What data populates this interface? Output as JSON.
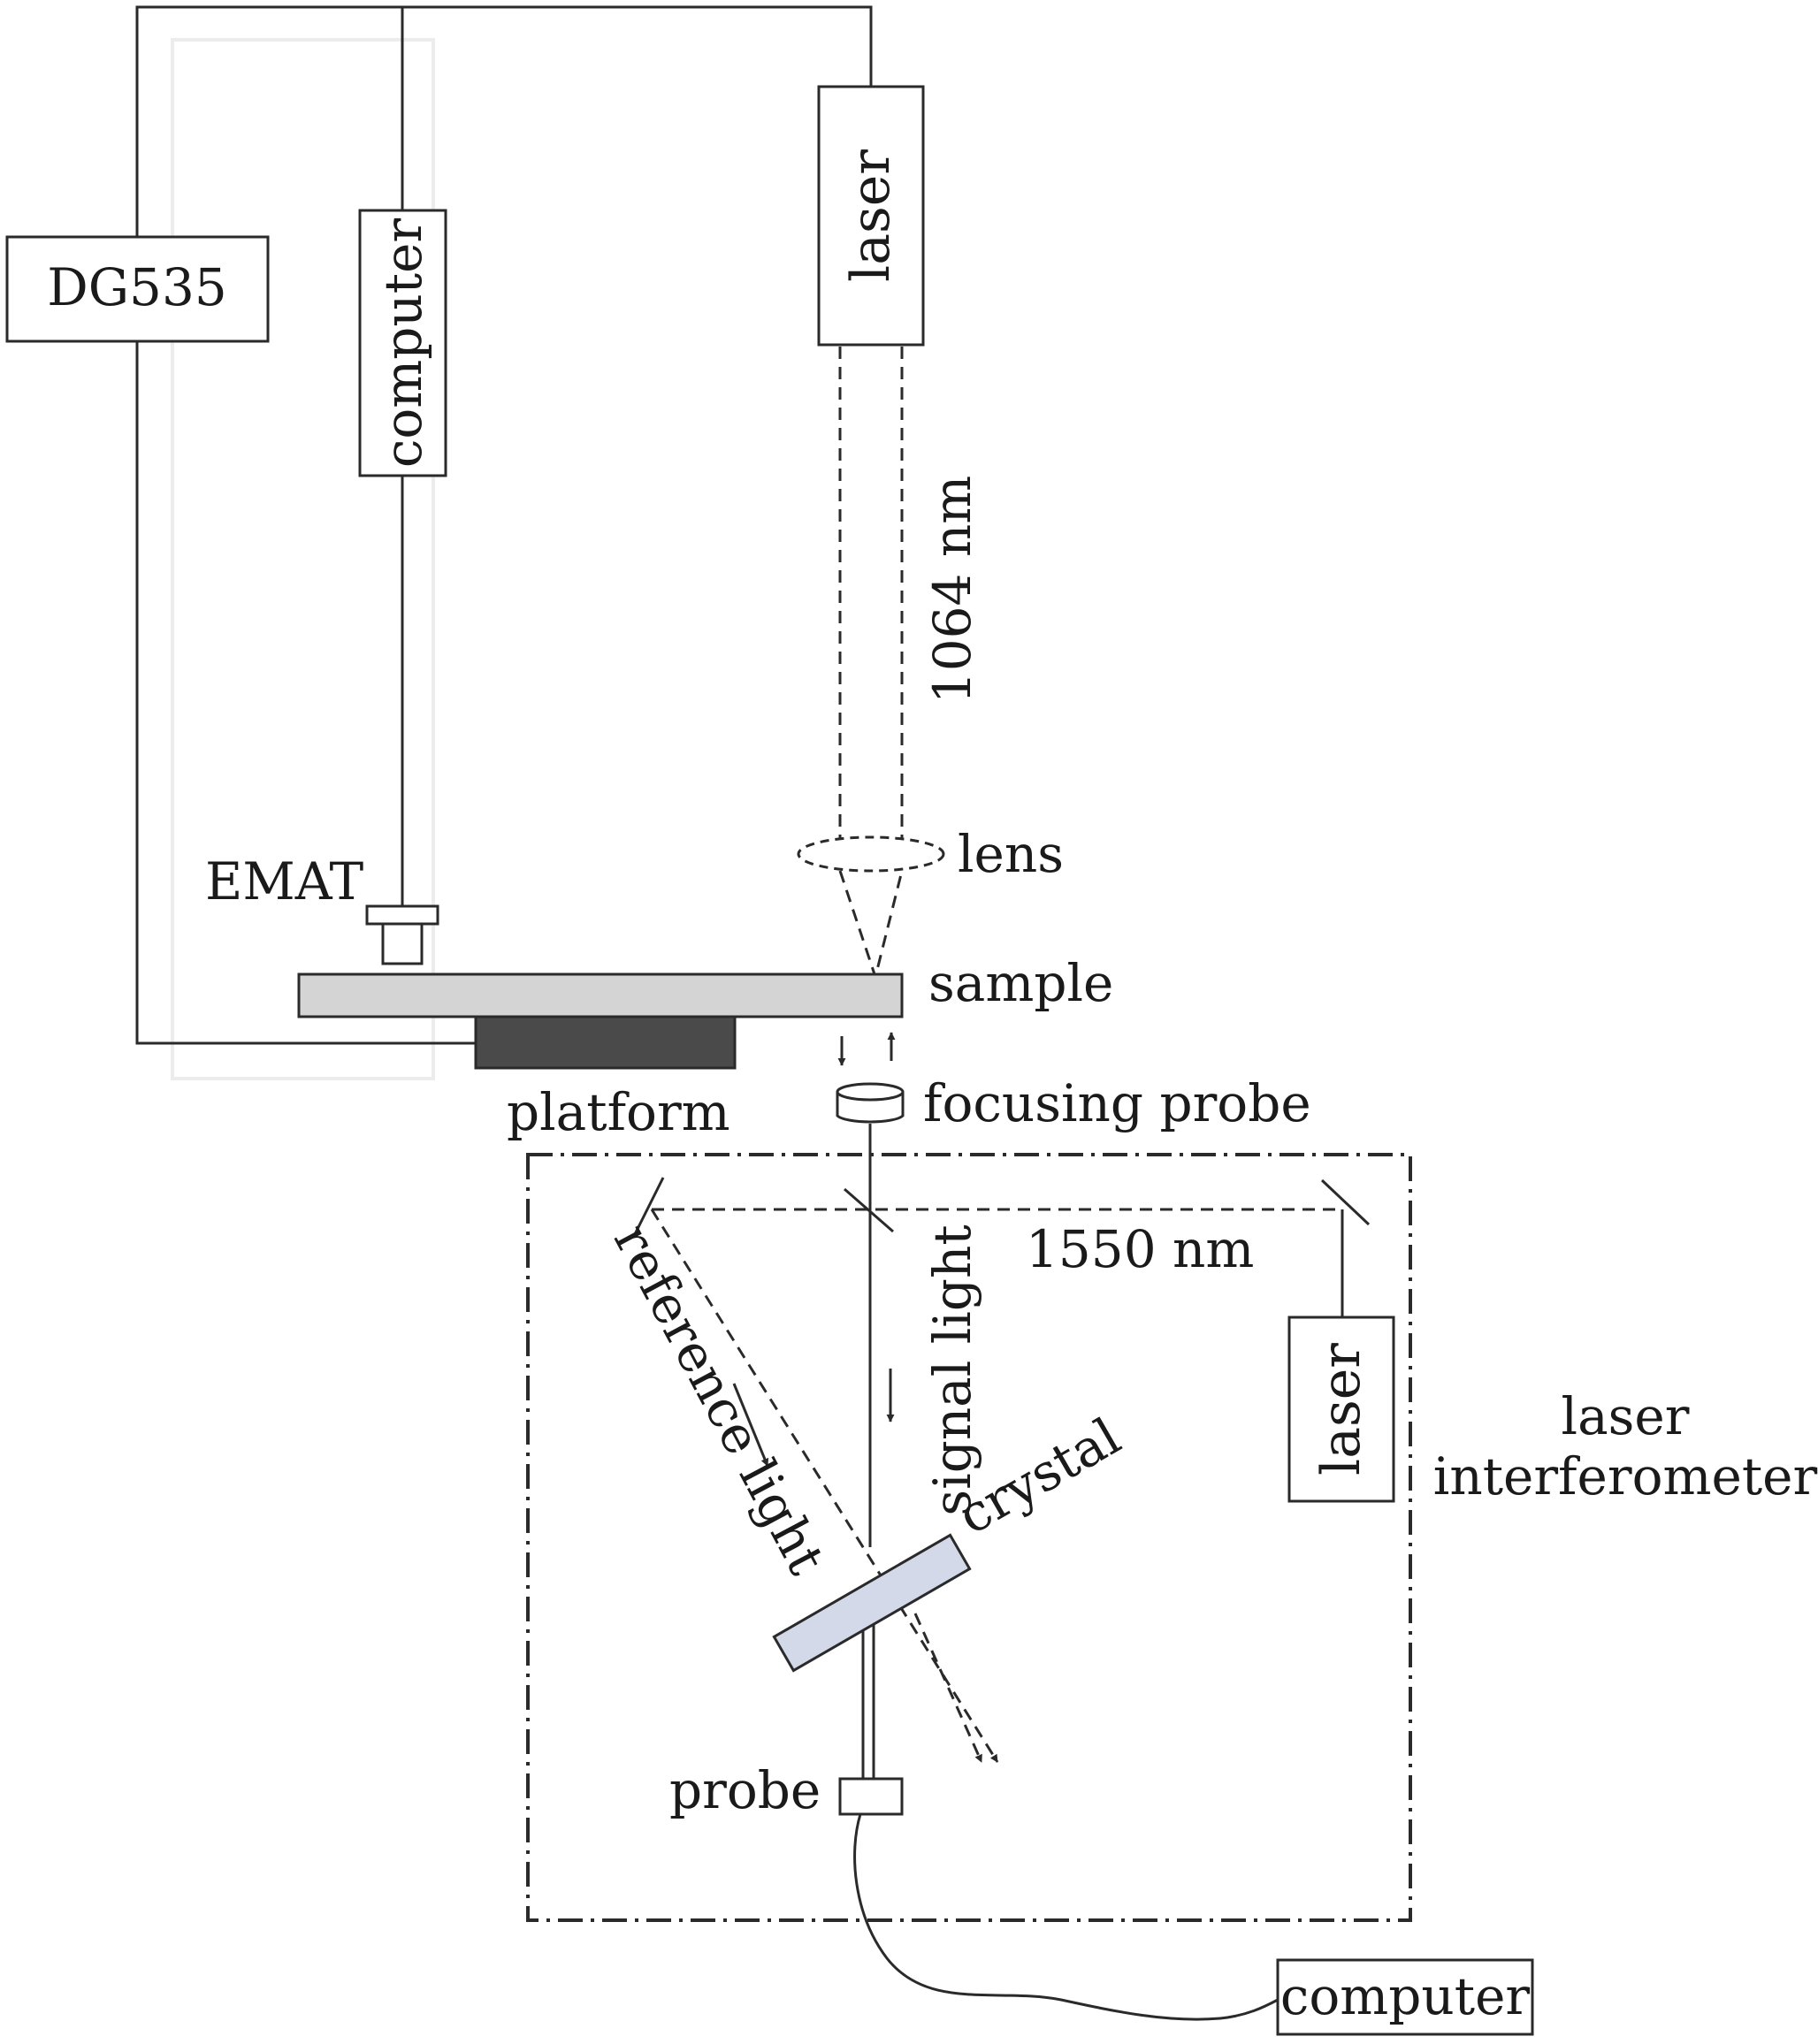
{
  "labels": {
    "dg535": "DG535",
    "computer_top": "computer",
    "laser_top": "laser",
    "wavelength_1064": "1064 nm",
    "lens": "lens",
    "emat": "EMAT",
    "sample": "sample",
    "platform": "platform",
    "focusing_probe": "focusing probe",
    "wavelength_1550": "1550 nm",
    "signal_light": "signal light",
    "reference_light": "reference light",
    "crystal": "crystal",
    "laser_interferometer_box": "laser",
    "laser_interferometer_line1": "laser",
    "laser_interferometer_line2": "interferometer",
    "probe": "probe",
    "computer_bottom": "computer"
  },
  "colors": {
    "line": "#2a2a2a",
    "sample_fill": "#d4d4d4",
    "platform_fill": "#4a4a4a",
    "crystal_fill": "#d3d9e8"
  }
}
